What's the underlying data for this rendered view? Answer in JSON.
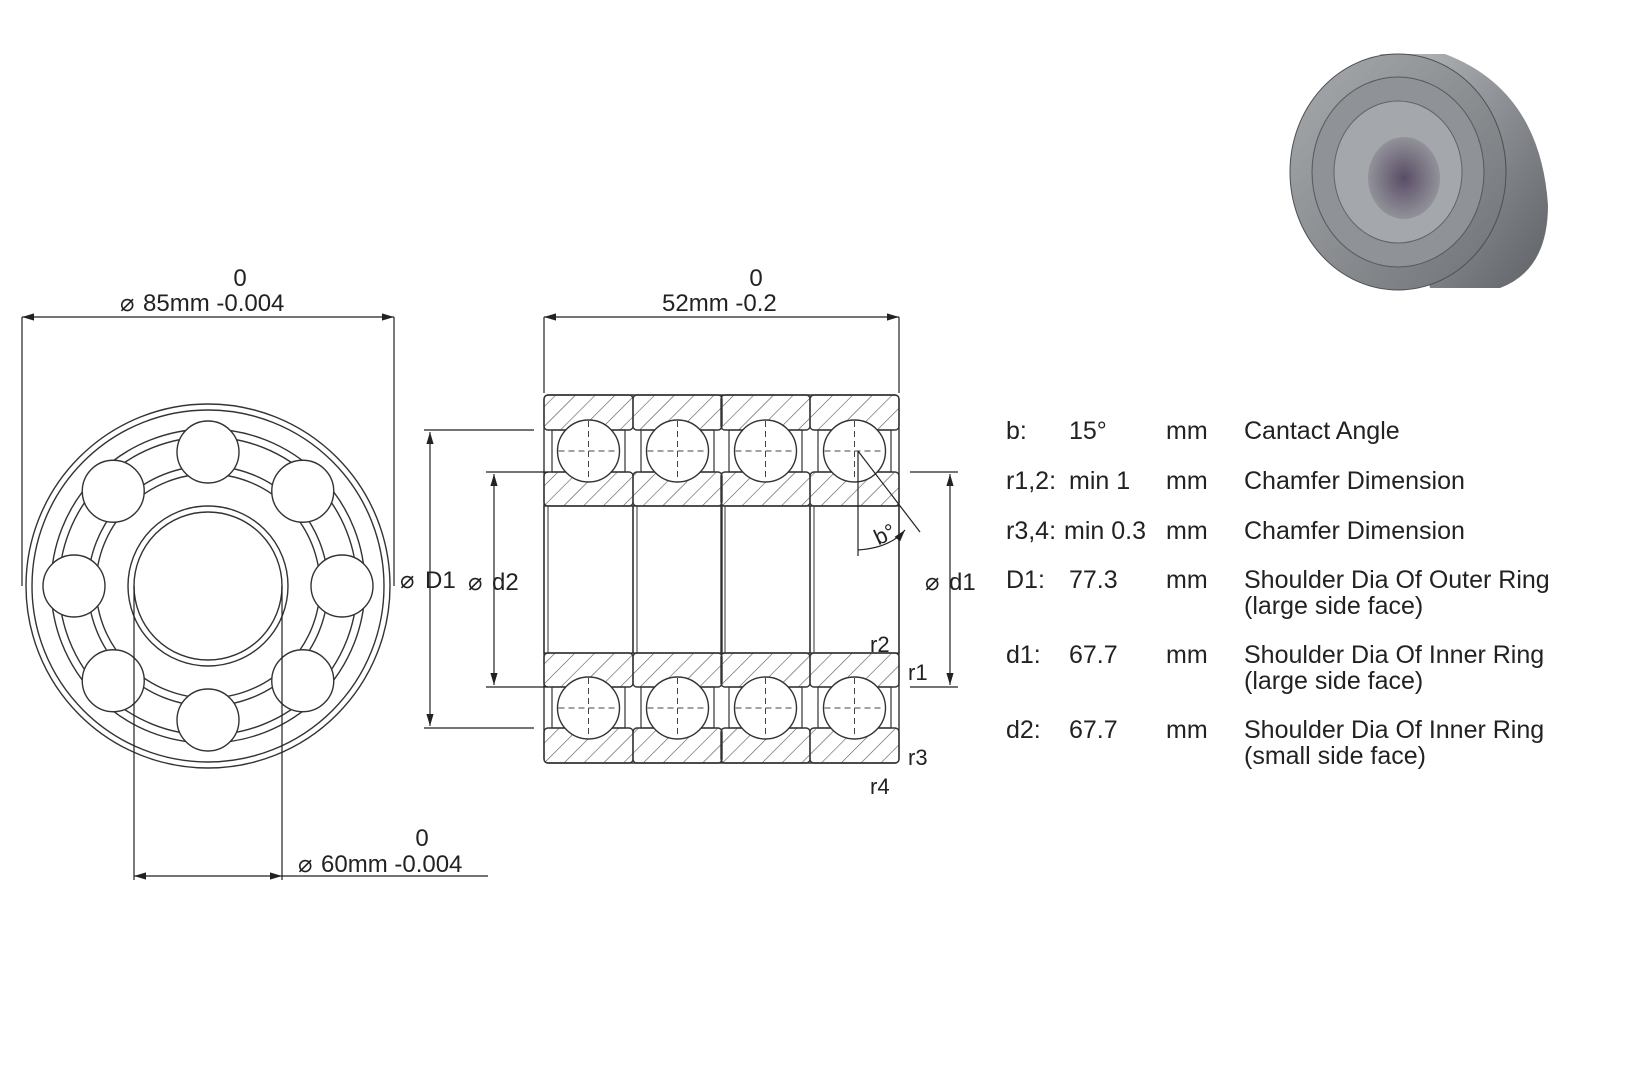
{
  "outer_diameter": {
    "tol_upper": "0",
    "label": "85mm -0.004"
  },
  "width": {
    "tol_upper": "0",
    "label": "52mm -0.2"
  },
  "inner_diameter": {
    "tol_upper": "0",
    "label": "60mm -0.004"
  },
  "diameter_symbol": "⌀",
  "labels": {
    "D1": "D1",
    "d2": "d2",
    "d1": "d1",
    "b": "b°",
    "r1": "r1",
    "r2": "r2",
    "r3": "r3",
    "r4": "r4"
  },
  "specs": [
    {
      "key": "b:",
      "value": "15°",
      "unit": "mm",
      "desc": "Cantact Angle",
      "desc2": ""
    },
    {
      "key": "r1,2:",
      "value": "min 1",
      "unit": "mm",
      "desc": "Chamfer Dimension",
      "desc2": ""
    },
    {
      "key": "r3,4:",
      "value": "min 0.3",
      "unit": "mm",
      "desc": "Chamfer Dimension",
      "desc2": ""
    },
    {
      "key": "D1:",
      "value": "77.3",
      "unit": "mm",
      "desc": "Shoulder Dia Of Outer Ring",
      "desc2": "(large side face)"
    },
    {
      "key": "d1:",
      "value": "67.7",
      "unit": "mm",
      "desc": "Shoulder Dia Of Inner Ring",
      "desc2": "(large side face)"
    },
    {
      "key": "d2:",
      "value": "67.7",
      "unit": "mm",
      "desc": "Shoulder Dia Of Inner Ring",
      "desc2": "(small side face)"
    }
  ],
  "colors": {
    "line": "#333333",
    "hatch": "#555555",
    "render_body": "#8a8d91"
  }
}
